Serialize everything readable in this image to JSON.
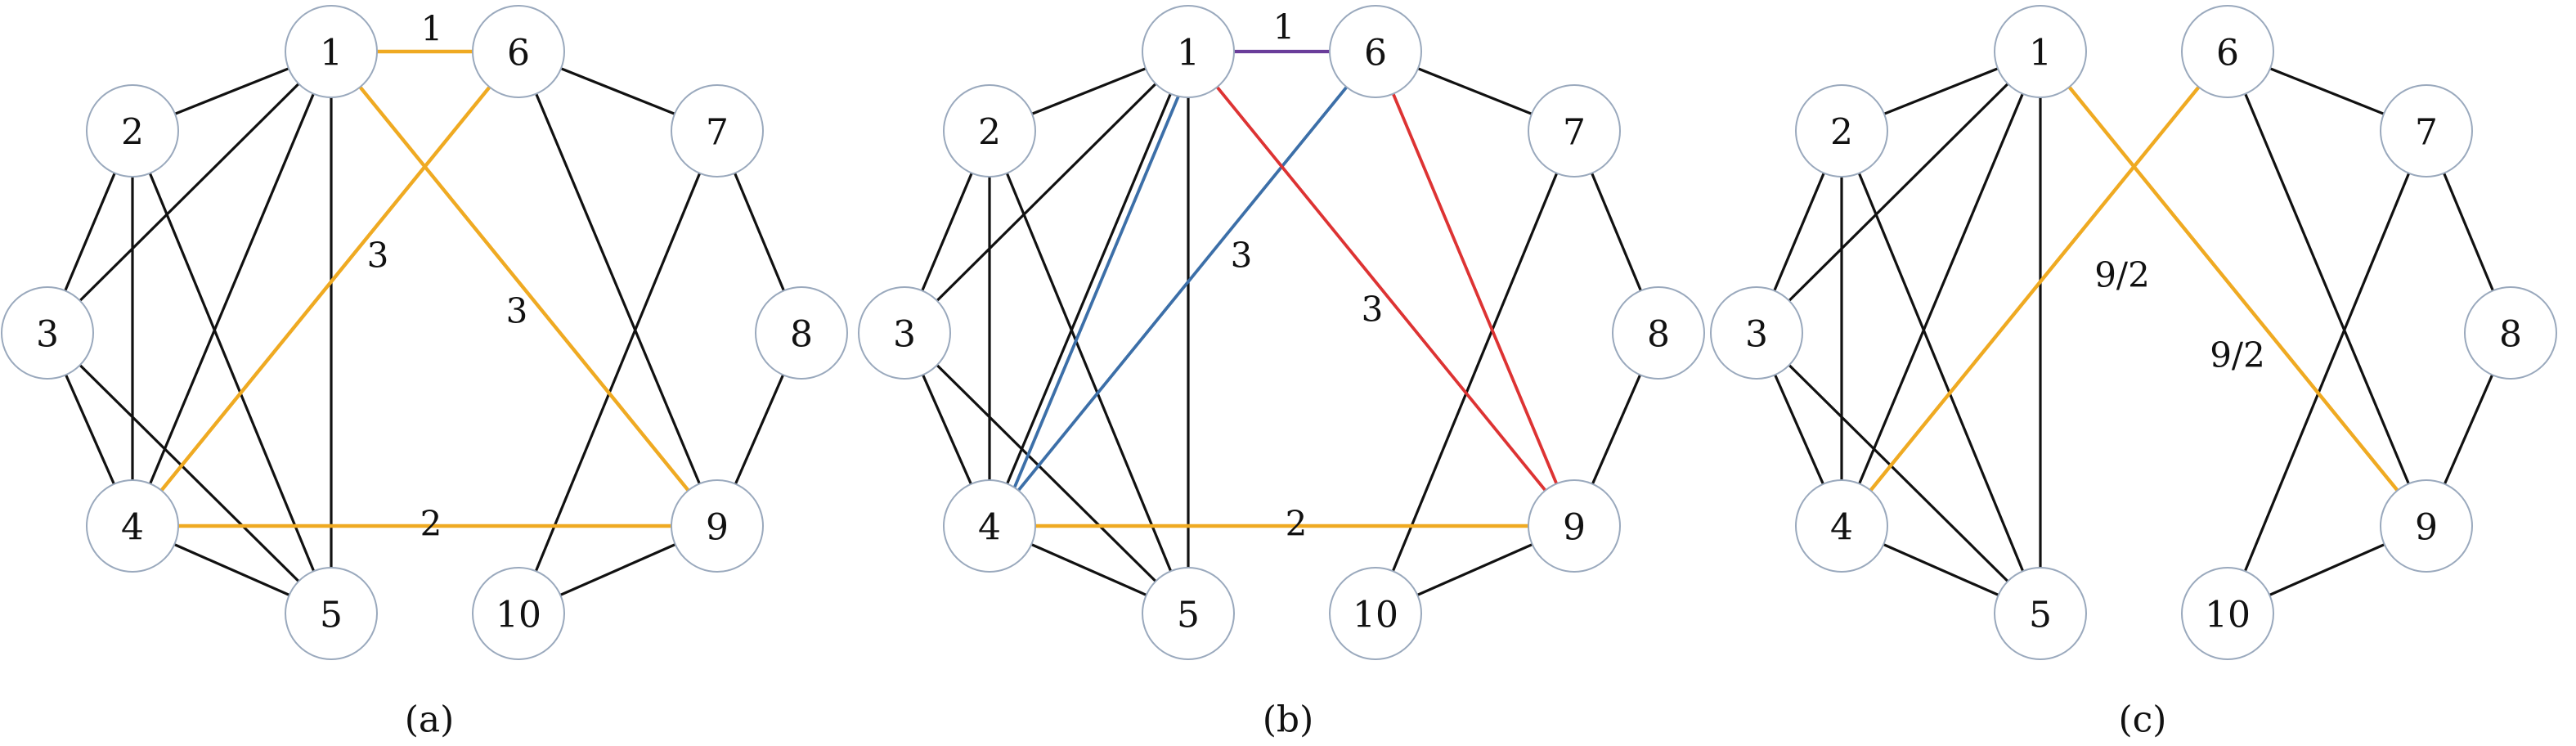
{
  "colors": {
    "black": "#111111",
    "orange": "#efaa22",
    "blue": "#3c6fa8",
    "red": "#dd3333",
    "purple": "#6a3d9a",
    "node_border": "#9aa9bd"
  },
  "panels": [
    {
      "caption": "(a)",
      "nodes": [
        "1",
        "2",
        "3",
        "4",
        "5",
        "6",
        "7",
        "8",
        "9",
        "10"
      ],
      "edges": [
        {
          "from": "1",
          "to": "2",
          "color": "black"
        },
        {
          "from": "1",
          "to": "3",
          "color": "black"
        },
        {
          "from": "1",
          "to": "4",
          "color": "black"
        },
        {
          "from": "1",
          "to": "5",
          "color": "black"
        },
        {
          "from": "2",
          "to": "3",
          "color": "black"
        },
        {
          "from": "2",
          "to": "4",
          "color": "black"
        },
        {
          "from": "2",
          "to": "5",
          "color": "black"
        },
        {
          "from": "3",
          "to": "4",
          "color": "black"
        },
        {
          "from": "3",
          "to": "5",
          "color": "black"
        },
        {
          "from": "4",
          "to": "5",
          "color": "black"
        },
        {
          "from": "6",
          "to": "7",
          "color": "black"
        },
        {
          "from": "6",
          "to": "9",
          "color": "black"
        },
        {
          "from": "7",
          "to": "8",
          "color": "black"
        },
        {
          "from": "7",
          "to": "10",
          "color": "black"
        },
        {
          "from": "8",
          "to": "9",
          "color": "black"
        },
        {
          "from": "9",
          "to": "10",
          "color": "black"
        },
        {
          "from": "1",
          "to": "6",
          "color": "orange",
          "label": "1"
        },
        {
          "from": "1",
          "to": "9",
          "color": "orange",
          "label": "3"
        },
        {
          "from": "4",
          "to": "6",
          "color": "orange",
          "label": "3"
        },
        {
          "from": "4",
          "to": "9",
          "color": "orange",
          "label": "2"
        }
      ]
    },
    {
      "caption": "(b)",
      "nodes": [
        "1",
        "2",
        "3",
        "4",
        "5",
        "6",
        "7",
        "8",
        "9",
        "10"
      ],
      "edges": [
        {
          "from": "1",
          "to": "2",
          "color": "black"
        },
        {
          "from": "1",
          "to": "3",
          "color": "black"
        },
        {
          "from": "1",
          "to": "4",
          "color": "black"
        },
        {
          "from": "1",
          "to": "5",
          "color": "black"
        },
        {
          "from": "2",
          "to": "3",
          "color": "black"
        },
        {
          "from": "2",
          "to": "4",
          "color": "black"
        },
        {
          "from": "2",
          "to": "5",
          "color": "black"
        },
        {
          "from": "3",
          "to": "4",
          "color": "black"
        },
        {
          "from": "3",
          "to": "5",
          "color": "black"
        },
        {
          "from": "4",
          "to": "5",
          "color": "black"
        },
        {
          "from": "6",
          "to": "7",
          "color": "black"
        },
        {
          "from": "7",
          "to": "8",
          "color": "black"
        },
        {
          "from": "7",
          "to": "10",
          "color": "black"
        },
        {
          "from": "8",
          "to": "9",
          "color": "black"
        },
        {
          "from": "9",
          "to": "10",
          "color": "black"
        },
        {
          "from": "1",
          "to": "4",
          "color": "blue",
          "offset": -1
        },
        {
          "from": "6",
          "to": "4",
          "color": "blue",
          "label": "3"
        },
        {
          "from": "1",
          "to": "9",
          "color": "red",
          "label": "3"
        },
        {
          "from": "6",
          "to": "9",
          "color": "red"
        },
        {
          "from": "1",
          "to": "6",
          "color": "purple",
          "label": "1"
        },
        {
          "from": "4",
          "to": "9",
          "color": "orange",
          "label": "2"
        }
      ]
    },
    {
      "caption": "(c)",
      "nodes": [
        "1",
        "2",
        "3",
        "4",
        "5",
        "6",
        "7",
        "8",
        "9",
        "10"
      ],
      "edges": [
        {
          "from": "1",
          "to": "2",
          "color": "black"
        },
        {
          "from": "1",
          "to": "3",
          "color": "black"
        },
        {
          "from": "1",
          "to": "4",
          "color": "black"
        },
        {
          "from": "1",
          "to": "5",
          "color": "black"
        },
        {
          "from": "2",
          "to": "3",
          "color": "black"
        },
        {
          "from": "2",
          "to": "4",
          "color": "black"
        },
        {
          "from": "2",
          "to": "5",
          "color": "black"
        },
        {
          "from": "3",
          "to": "4",
          "color": "black"
        },
        {
          "from": "3",
          "to": "5",
          "color": "black"
        },
        {
          "from": "4",
          "to": "5",
          "color": "black"
        },
        {
          "from": "6",
          "to": "7",
          "color": "black"
        },
        {
          "from": "6",
          "to": "9",
          "color": "black"
        },
        {
          "from": "7",
          "to": "8",
          "color": "black"
        },
        {
          "from": "7",
          "to": "10",
          "color": "black"
        },
        {
          "from": "8",
          "to": "9",
          "color": "black"
        },
        {
          "from": "9",
          "to": "10",
          "color": "black"
        },
        {
          "from": "4",
          "to": "6",
          "color": "orange",
          "label": "9/2"
        },
        {
          "from": "1",
          "to": "9",
          "color": "orange",
          "label": "9/2"
        }
      ]
    }
  ]
}
